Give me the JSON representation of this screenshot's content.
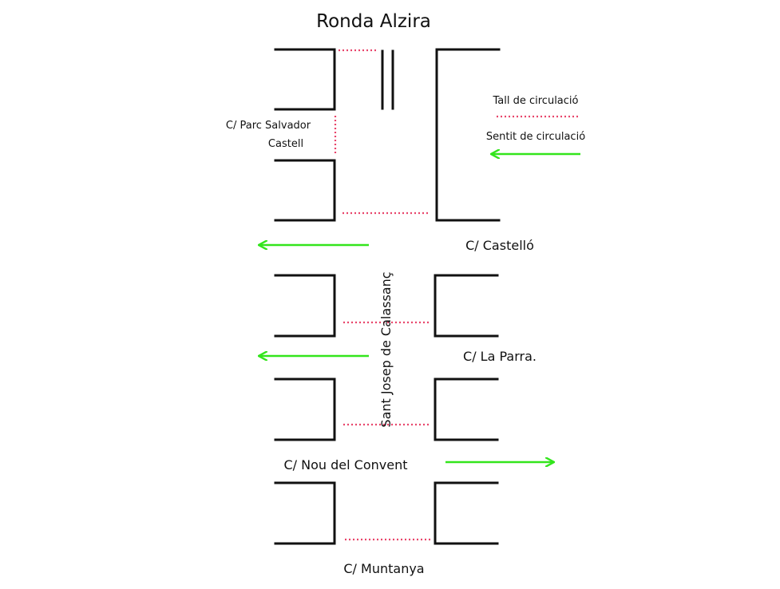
{
  "title": "Ronda Alzira",
  "colors": {
    "wall": "#111111",
    "closure": "#e8456b",
    "direction": "#33e51c",
    "background": "#ffffff"
  },
  "legend": {
    "closure_label": "Tall de circulació",
    "direction_label": "Sentit de circulació"
  },
  "streets": {
    "parc_salvador_line1": "C/ Parc Salvador",
    "parc_salvador_line2": "Castell",
    "castello": "C/ Castelló",
    "la_parra": "C/ La Parra.",
    "nou_del_convent": "C/ Nou del Convent",
    "muntanya": "C/ Muntanya",
    "main_street": "Sant Josep de Calassanç"
  },
  "traffic_directions": {
    "castello": "left",
    "la_parra": "left",
    "nou_del_convent": "right"
  }
}
